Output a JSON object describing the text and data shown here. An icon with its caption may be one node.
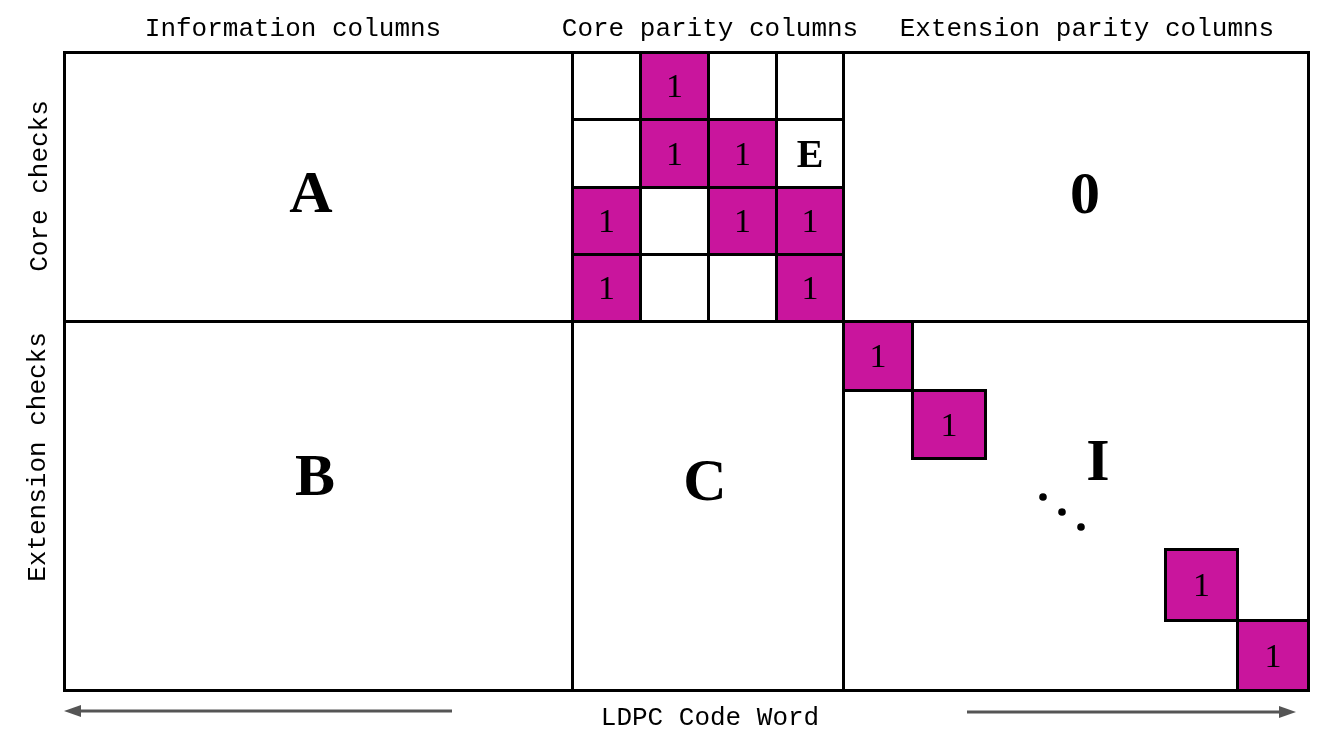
{
  "diagram": {
    "nodes": [
      {
        "text": [
          "A"
        ]
      },
      {
        "text": [],
        "shape": "box"
      },
      {
        "text": [
          "1"
        ]
      },
      {
        "text": [],
        "shape": "box"
      },
      {
        "text": [],
        "shape": "box"
      },
      {
        "text": [],
        "shape": "box"
      },
      {
        "text": [
          "1"
        ]
      },
      {
        "text": [
          "1"
        ]
      },
      {
        "text": [
          "E"
        ]
      },
      {
        "text": [
          "1"
        ]
      },
      {
        "text": [],
        "shape": "box"
      },
      {
        "text": [
          "1"
        ]
      },
      {
        "text": [
          "1"
        ]
      },
      {
        "text": [
          "1"
        ]
      },
      {
        "text": [],
        "shape": "box"
      },
      {
        "text": [],
        "shape": "box"
      },
      {
        "text": [
          "1"
        ]
      },
      {
        "text": [
          "0"
        ]
      },
      {
        "text": [
          "B"
        ]
      },
      {
        "text": [
          "C"
        ]
      },
      {
        "text": [
          "I"
        ]
      },
      {
        "text": [
          "1"
        ],
        "in": 20
      },
      {
        "text": [
          "1"
        ],
        "in": 20
      },
      {
        "text": [
          "1"
        ],
        "in": 20
      },
      {
        "text": [
          "1"
        ],
        "in": 20
      }
    ],
    "labels": [
      "Information columns",
      "Core parity columns",
      "Extension parity columns",
      "Core checks",
      "Extension checks",
      "LDPC Code Word"
    ]
  }
}
